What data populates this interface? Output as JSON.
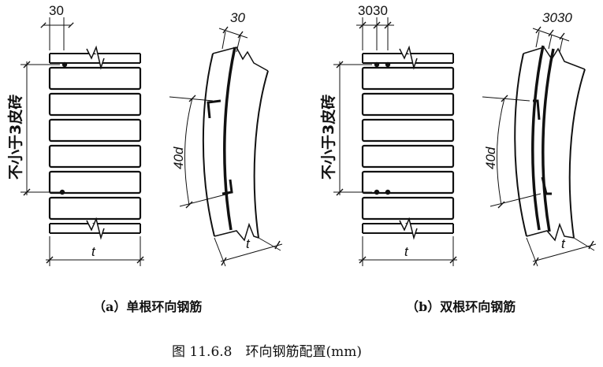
{
  "panel_a": {
    "spacing_dim": "30",
    "curved_spacing_dim": "30",
    "vertical_label": "不小于3皮砖",
    "anchor_dim": "40d",
    "width_dim": "t",
    "curved_width_dim": "t",
    "caption": "（a）单根环向钢筋"
  },
  "panel_b": {
    "spacing_dim_1": "30",
    "spacing_dim_2": "30",
    "curved_spacing_dim": "3030",
    "vertical_label": "不小于3皮砖",
    "anchor_dim": "40d",
    "width_dim": "t",
    "curved_width_dim": "t",
    "caption": "（b）双根环向钢筋"
  },
  "figure_title": "图 11.6.8　环向钢筋配置(mm)"
}
